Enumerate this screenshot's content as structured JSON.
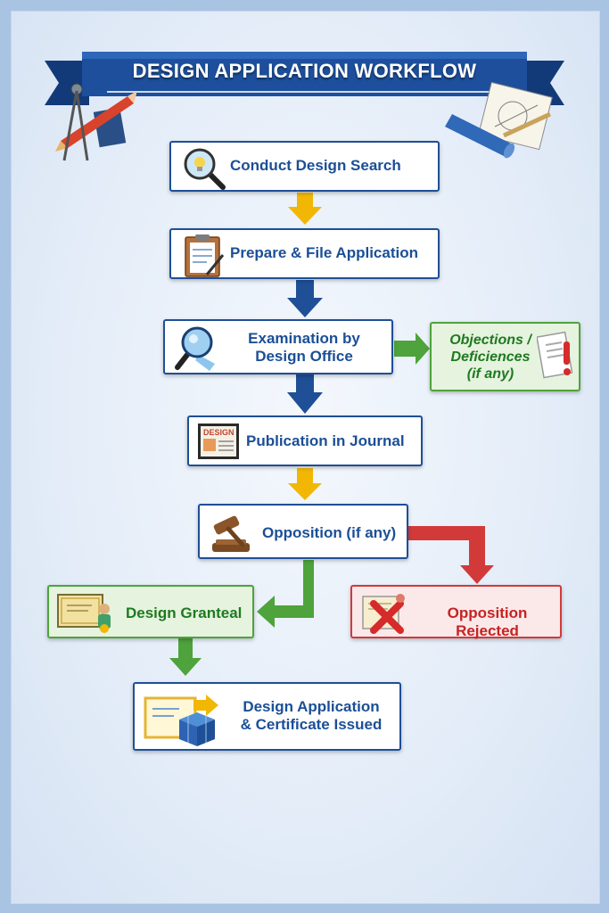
{
  "title": "DESIGN APPLICATION WORKFLOW",
  "steps": {
    "search": "Conduct Design Search",
    "file": "Prepare & File Application",
    "exam_line1": "Examination by",
    "exam_line2": "Design Office",
    "objections_line1": "Objections /",
    "objections_line2": "Deficiences",
    "objections_line3": "(if any)",
    "publication": "Publication in Journal",
    "opposition": "Opposition (if any)",
    "granted": "Design Granteal",
    "rejected": "Opposition Rejected",
    "issued_line1": "Design Application",
    "issued_line2": "& Certificate Issued"
  },
  "icon_texts": {
    "journal_logo": "DESIGN"
  },
  "colors": {
    "banner": "#1d4f9c",
    "blue_arrow": "#1f4f96",
    "yellow_arrow": "#f2b705",
    "green_arrow": "#4ea33c",
    "red_arrow": "#d23a3a"
  }
}
